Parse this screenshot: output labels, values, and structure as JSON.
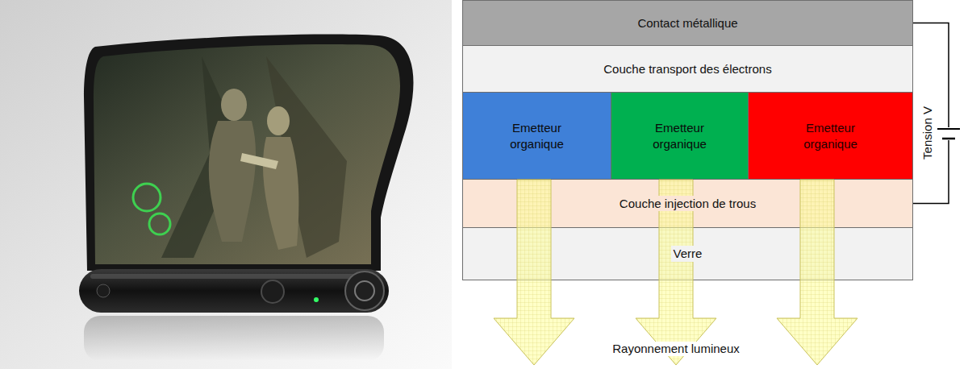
{
  "diagram": {
    "nodes": [
      {
        "text": [
          "Contact métallique"
        ]
      },
      {
        "text": [
          "Couche transport des électrons"
        ]
      },
      {
        "text": [
          "Emetteur organique"
        ]
      },
      {
        "text": [
          "Emetteur organique"
        ]
      },
      {
        "text": [
          "Emetteur organique"
        ]
      },
      {
        "text": [
          "Couche injection de trous"
        ]
      },
      {
        "text": [
          "Verre"
        ]
      }
    ],
    "edges": [
      {
        "from": 0,
        "to": 5,
        "arrow": "none"
      }
    ],
    "labels": [
      "Tension V",
      "Rayonnement lumineux"
    ]
  }
}
